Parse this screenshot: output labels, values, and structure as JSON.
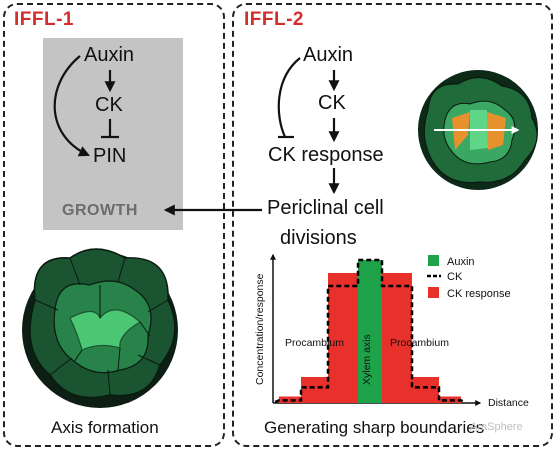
{
  "panel1": {
    "title": "IFFL-1",
    "nodes": {
      "auxin": "Auxin",
      "ck": "CK",
      "pin": "PIN",
      "growth": "GROWTH"
    },
    "caption": "Axis formation"
  },
  "panel2": {
    "title": "IFFL-2",
    "nodes": {
      "auxin": "Auxin",
      "ck": "CK",
      "ck_response": "CK response",
      "periclinal_1": "Periclinal cell",
      "periclinal_2": "divisions"
    },
    "caption": "Generating sharp boundaries"
  },
  "chart_data": {
    "type": "bar",
    "ylabel": "Concentration/response",
    "xlabel": "Distance",
    "legend": [
      {
        "name": "Auxin",
        "color": "#1fa34a"
      },
      {
        "name": "CK",
        "color": "#000000",
        "style": "dashed"
      },
      {
        "name": "CK response",
        "color": "#e8312b"
      }
    ],
    "region_labels": [
      "Procambium",
      "Xylem axis",
      "Procambium"
    ],
    "ck_response_profile": [
      0.05,
      0.2,
      1.0,
      1.0,
      1.0,
      0.2,
      0.05
    ],
    "auxin_profile": [
      0,
      0,
      0,
      1.1,
      0,
      0,
      0
    ],
    "ck_profile": [
      0.02,
      0.12,
      0.9,
      1.1,
      0.9,
      0.12,
      0.02
    ]
  },
  "colors": {
    "title_red": "#d42d2d",
    "dark_green": "#0f3f22",
    "mid_green": "#2fa354",
    "light_green": "#4cc875",
    "orange": "#e7902e"
  },
  "watermark": "AraSphere"
}
